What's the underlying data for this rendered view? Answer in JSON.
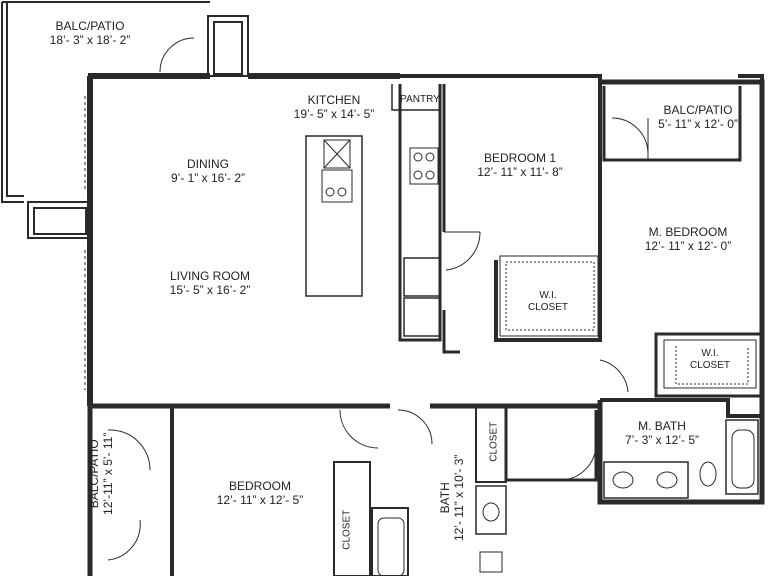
{
  "rooms": {
    "balc_top_left": {
      "name": "BALC/PATIO",
      "dims": "18’- 3” x 18’- 2”"
    },
    "kitchen": {
      "name": "KITCHEN",
      "dims": "19’- 5” x 14’- 5”"
    },
    "pantry": {
      "name": "PANTRY"
    },
    "dining": {
      "name": "DINING",
      "dims": "9’- 1” x 16’- 2”"
    },
    "living": {
      "name": "LIVING ROOM",
      "dims": "15’- 5” x 16’- 2”"
    },
    "bedroom1": {
      "name": "BEDROOM 1",
      "dims": "12’- 11” x 11’- 8”"
    },
    "wi_closet_1": {
      "line1": "W.I.",
      "line2": "CLOSET"
    },
    "balc_right": {
      "name": "BALC/PATIO",
      "dims": "5’- 11” x 12’- 0”"
    },
    "master_bedroom": {
      "name": "M. BEDROOM",
      "dims": "12’- 11” x 12’- 0”"
    },
    "wi_closet_2": {
      "line1": "W.I.",
      "line2": "CLOSET"
    },
    "master_bath": {
      "name": "M. BATH",
      "dims": "7’- 3” x 12’- 5”"
    },
    "bedroom": {
      "name": "BEDROOM",
      "dims": "12’- 11” x 12’- 5”"
    },
    "balc_left": {
      "name": "BALC/PATIO",
      "dims": "12’-11” x 5’- 11”"
    },
    "closet_a": {
      "name": "CLOSET"
    },
    "closet_b": {
      "name": "CLOSET"
    },
    "bath": {
      "name": "BATH",
      "dims": "12’- 11” x 10’- 3”"
    }
  },
  "colors": {
    "wall": "#2a2a2a",
    "fill": "#ffffff",
    "line": "#555555"
  }
}
